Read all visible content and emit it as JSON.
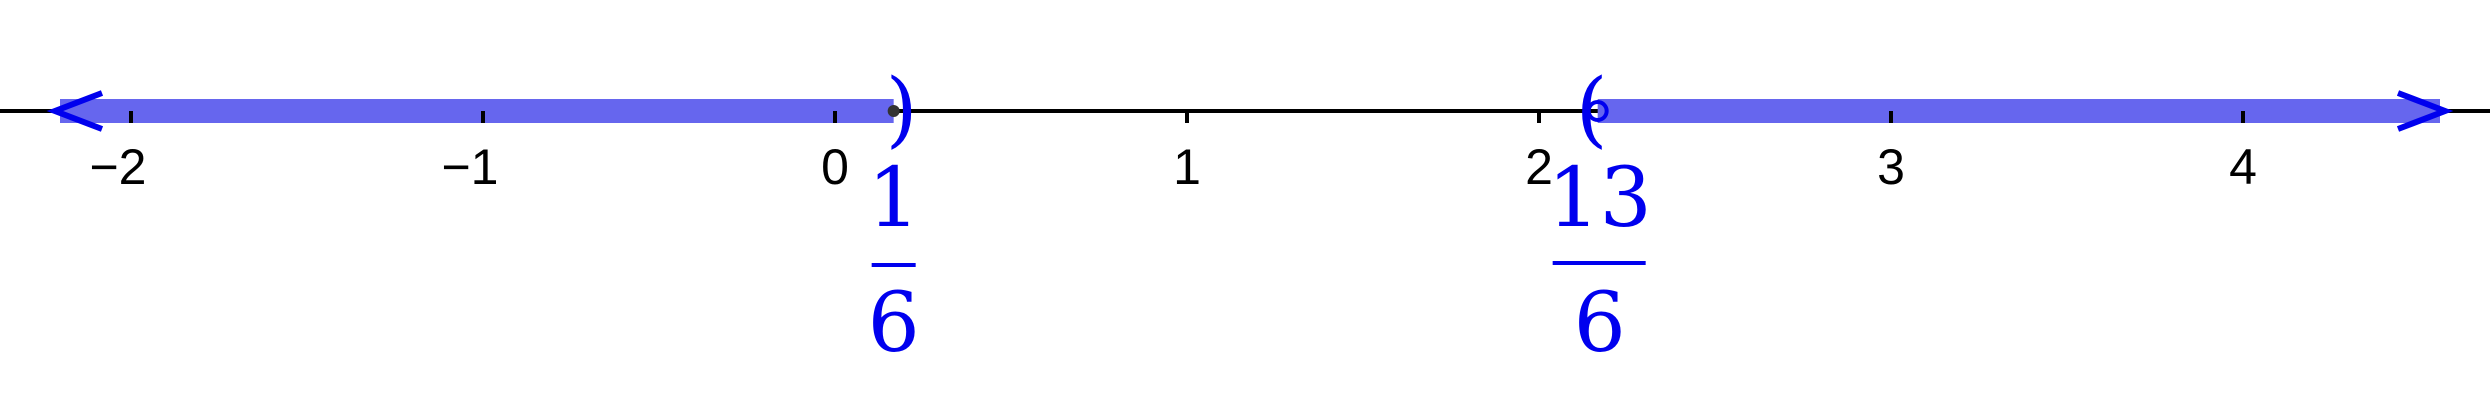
{
  "number_line": {
    "axis_min": -2.4,
    "axis_max": 4.6,
    "ticks": [
      {
        "value": -2,
        "label": "−2"
      },
      {
        "value": -1,
        "label": "−1"
      },
      {
        "value": 0,
        "label": "0"
      },
      {
        "value": 1,
        "label": "1"
      },
      {
        "value": 2,
        "label": "2"
      },
      {
        "value": 3,
        "label": "3"
      },
      {
        "value": 4,
        "label": "4"
      }
    ],
    "colors": {
      "axis": "#000000",
      "shade": "#6666ee",
      "accent": "#0000ee"
    },
    "intervals": [
      {
        "from": "-infinity",
        "to": 0.16667,
        "to_bracket": ")",
        "left_arrow": true
      },
      {
        "from": 2.16667,
        "to": "infinity",
        "from_bracket": "(",
        "right_arrow": true
      }
    ],
    "endpoints": [
      {
        "value": 0.16667,
        "bracket": ")",
        "numerator": "1",
        "denominator": "6"
      },
      {
        "value": 2.16667,
        "bracket": "(",
        "numerator": "13",
        "denominator": "6"
      }
    ]
  }
}
